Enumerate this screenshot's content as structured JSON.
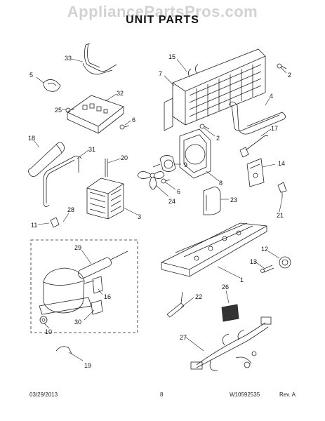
{
  "header": {
    "watermark": "AppliancePartsPros.com",
    "title": "UNIT PARTS"
  },
  "callouts": [
    "1",
    "2",
    "2",
    "3",
    "4",
    "5",
    "6",
    "6",
    "7",
    "8",
    "9",
    "10",
    "11",
    "12",
    "13",
    "14",
    "15",
    "16",
    "17",
    "18",
    "19",
    "20",
    "21",
    "22",
    "23",
    "24",
    "25",
    "26",
    "27",
    "28",
    "29",
    "30",
    "31",
    "32",
    "33"
  ],
  "footer": {
    "date": "03/29/2013",
    "page": "8",
    "part_number": "W10592535",
    "rev": "Rev. A"
  }
}
